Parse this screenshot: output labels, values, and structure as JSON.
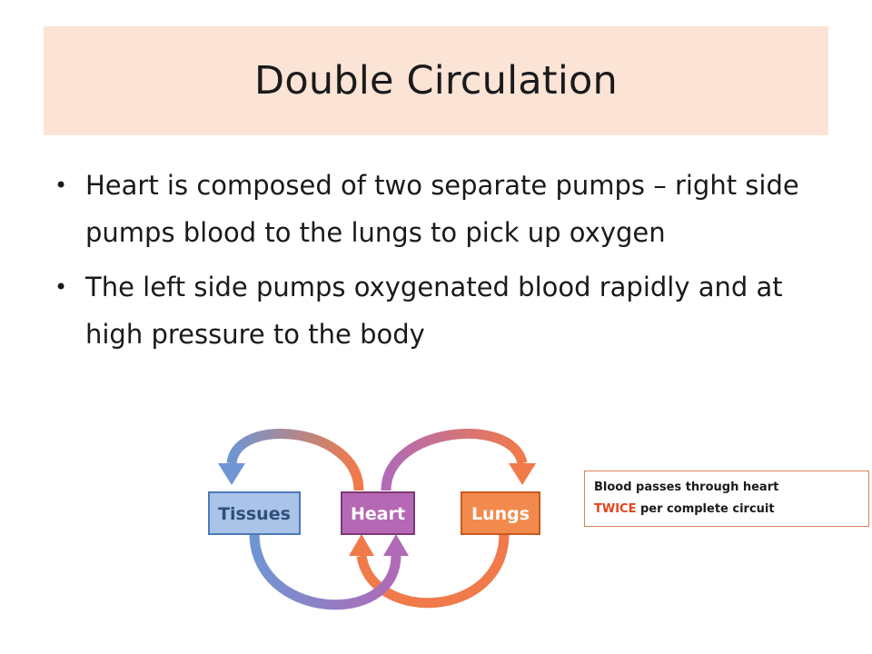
{
  "slide": {
    "title": "Double Circulation",
    "bullets": [
      "Heart is composed of two separate pumps – right side pumps blood to the lungs to pick up oxygen",
      "The left side pumps oxygenated blood rapidly and at high pressure to the body"
    ]
  },
  "diagram": {
    "nodes": [
      {
        "id": "tissues",
        "label": "Tissues",
        "fill": "#a9c4e8",
        "stroke": "#4f79b8",
        "text_color": "#2f4f7a"
      },
      {
        "id": "heart",
        "label": "Heart",
        "fill": "#b568b3",
        "stroke": "#7a3a78",
        "text_color": "#ffffff"
      },
      {
        "id": "lungs",
        "label": "Lungs",
        "fill": "#f28a4e",
        "stroke": "#c95a1e",
        "text_color": "#ffffff"
      }
    ],
    "edges": [
      {
        "from": "heart",
        "to": "tissues"
      },
      {
        "from": "heart",
        "to": "lungs"
      },
      {
        "from": "tissues",
        "to": "heart"
      },
      {
        "from": "lungs",
        "to": "heart"
      }
    ],
    "colors": {
      "blue": "#6f95d2",
      "purple": "#b06ab6",
      "orange": "#f07a4a"
    }
  },
  "callout": {
    "line1": "Blood passes through heart",
    "emphasis": "TWICE",
    "line2_rest": " per complete circuit"
  }
}
